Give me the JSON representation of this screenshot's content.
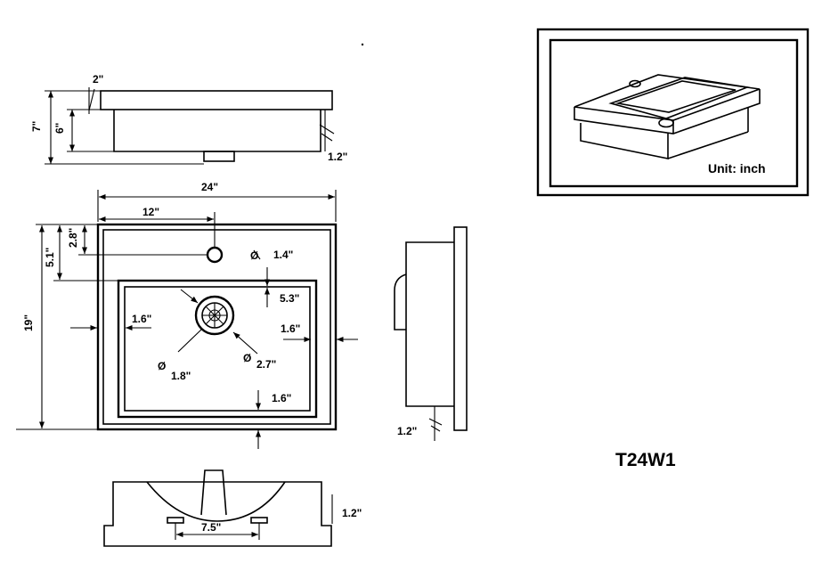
{
  "model": "T24W1",
  "unit_label": "Unit: inch",
  "side_view": {
    "lip": "2\"",
    "total_height": "7\"",
    "bowl_height": "6\"",
    "edge": "1.2\""
  },
  "top_view": {
    "width": "24\"",
    "faucet_center": "12\"",
    "depth": "19\"",
    "hole_offset": "2.8\"",
    "bowl_offset": "5.1\"",
    "faucet_hole": "1.4\"",
    "drain_offset": "5.3\"",
    "margin_left": "1.6\"",
    "margin_right": "1.6\"",
    "margin_bottom": "1.6\"",
    "drain_inner": "1.8\"",
    "drain_outer": "2.7\""
  },
  "right_view": {
    "edge": "1.2\""
  },
  "front_view": {
    "feet_spacing": "7.5\"",
    "edge": "1.2\""
  },
  "diameter_symbol": "Ø"
}
